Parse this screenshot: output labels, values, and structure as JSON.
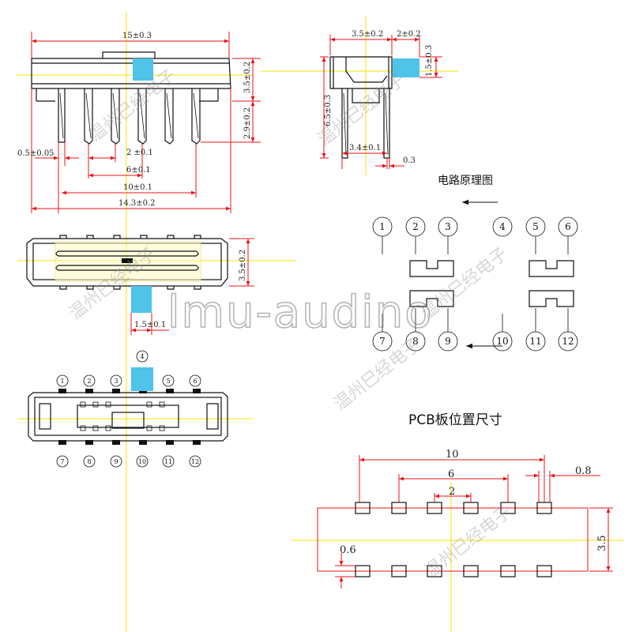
{
  "colors": {
    "dimension_line": "#e8141a",
    "center_line": "#f2e600",
    "slider_highlight": "#4fc3e8",
    "outline": "#111111"
  },
  "side_view": {
    "dim_15": "15±0.3",
    "dim_3_5": "3.5±0.2",
    "dim_2_9": "2.9±0.2",
    "dim_0_5": "0.5±0.05",
    "dim_2": "2 ±0.1",
    "dim_6": "6±0.1",
    "dim_10": "10±0.1",
    "dim_14_3": "14.3±0.2"
  },
  "end_view": {
    "dim_3_5": "3.5±0.2",
    "dim_2": "2±0.2",
    "dim_1_5": "1.5±0.3",
    "dim_6_5": "6.5±0.3",
    "dim_3_4": "3.4±0.1",
    "dim_0_3": "0.3"
  },
  "top_view": {
    "dim_3_5": "3.5±0.2",
    "dim_1_5": "1.5±0.1"
  },
  "bottom_view": {
    "pin_top": [
      "1",
      "2",
      "3",
      "4",
      "5",
      "6"
    ],
    "pin_bottom": [
      "7",
      "8",
      "9",
      "10",
      "11",
      "12"
    ]
  },
  "schematic": {
    "title": "电路原理图",
    "pins_top": [
      "1",
      "2",
      "3",
      "4",
      "5",
      "6"
    ],
    "pins_bottom": [
      "7",
      "8",
      "9",
      "10",
      "11",
      "12"
    ]
  },
  "pcb": {
    "title": "PCB板位置尺寸",
    "dim_10": "10",
    "dim_6": "6",
    "dim_2": "2",
    "dim_0_8": "0.8",
    "dim_3_5": "3.5",
    "dim_0_6": "0.6"
  },
  "watermark": {
    "brand": "lmu-audino",
    "company": "温州巳经电子"
  }
}
